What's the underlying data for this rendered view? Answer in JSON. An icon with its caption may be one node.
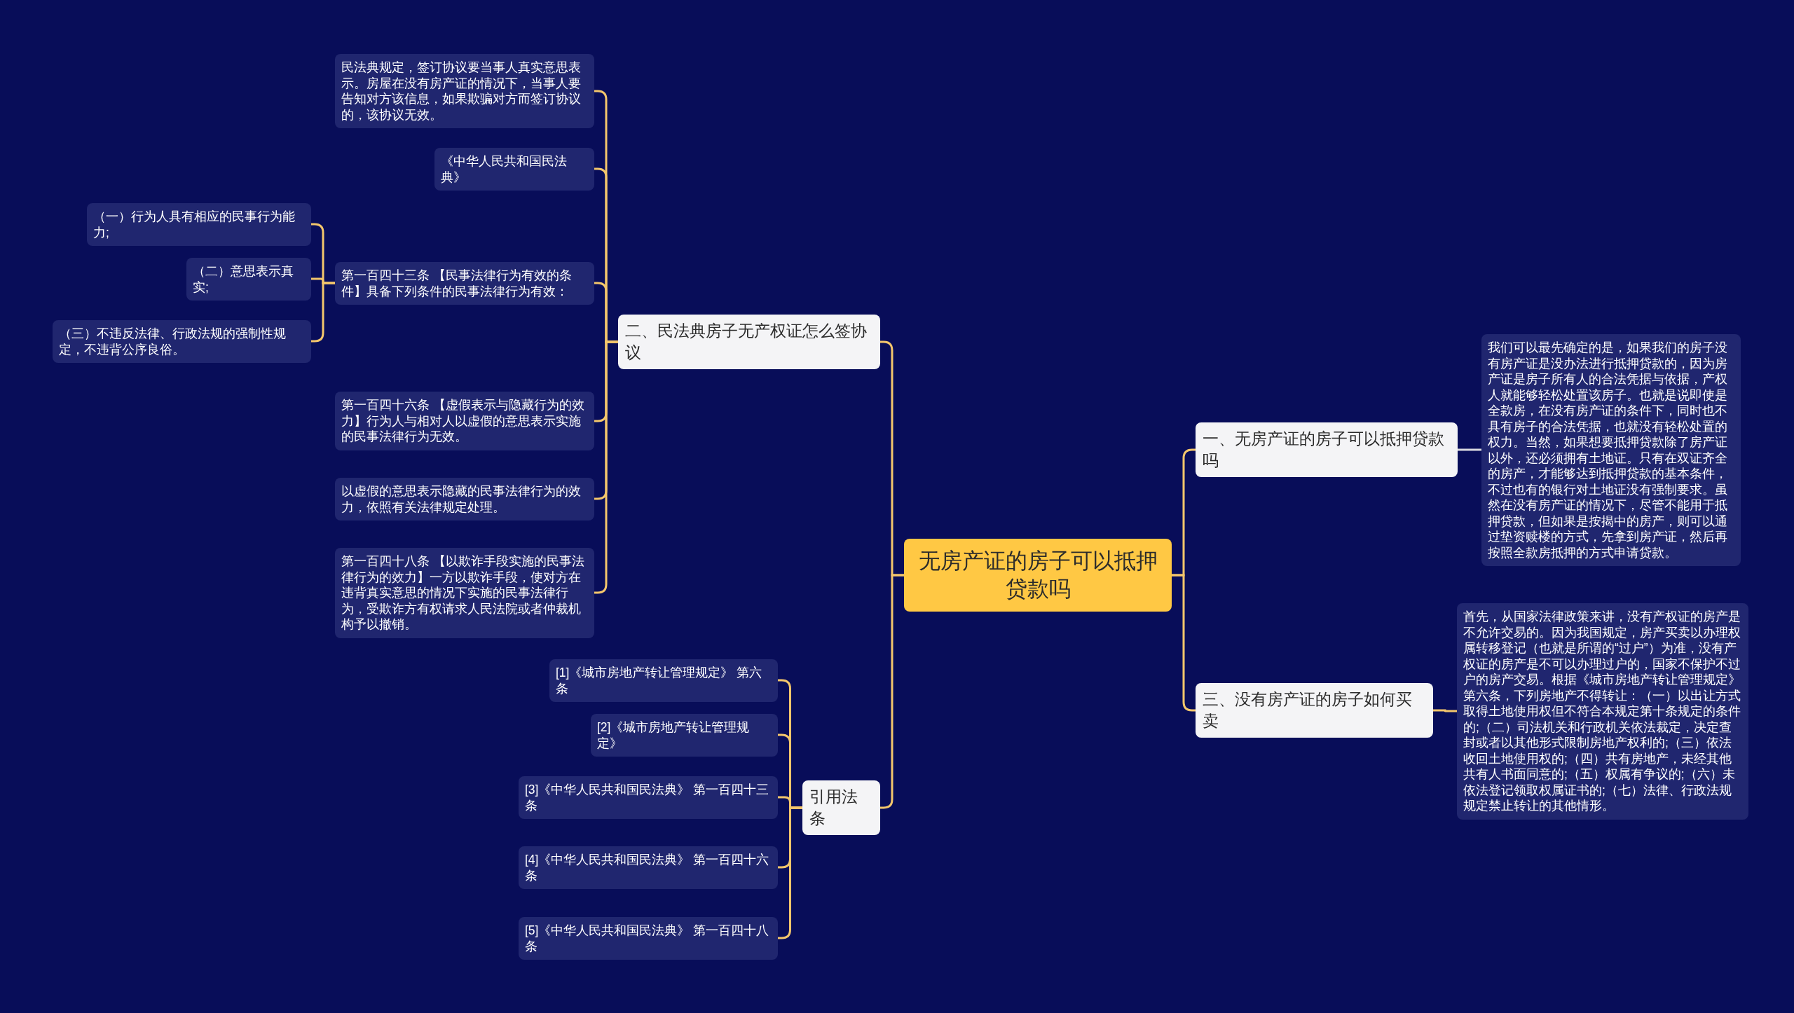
{
  "diagram": {
    "nodes": [
      {
        "text": [
          "无房产证的房子可以抵押贷款吗"
        ]
      },
      {
        "text": [
          "一、无房产证的房子可以抵押贷款吗"
        ]
      },
      {
        "text": [
          "我们可以最先确定的是，如果我们的房子没有房产证是没办法进行抵押贷款的，因为房产证是房子所有人的合法凭据与依据，产权人就能够轻松处置该房子。也就是说即使是全款房，在没有房产证的条件下，同时也不具有房子的合法凭据，也就没有轻松处置的权力。当然，如果想要抵押贷款除了房产证以外，还必须拥有土地证。只有在双证齐全的房产，才能够达到抵押贷款的基本条件，不过也有的银行对土地证没有强制要求。虽然在没有房产证的情况下，尽管不能用于抵押贷款，但如果是按揭中的房产，则可以通过垫资赎楼的方式，先拿到房产证，然后再按照全款房抵押的方式申请贷款。"
        ]
      },
      {
        "text": [
          "三、没有房产证的房子如何买卖"
        ]
      },
      {
        "text": [
          "首先，从国家法律政策来讲，没有产权证的房产是不允许交易的。因为我国规定，房产买卖以办理权属转移登记（也就是所谓的“过户”）为准，没有产权证的房产是不可以办理过户的，国家不保护不过户的房产交易。根据《城市房地产转让管理规定》第六条，下列房地产不得转让：（一）以出让方式取得土地使用权但不符合本规定第十条规定的条件的;（二）司法机关和行政机关依法裁定，决定查封或者以其他形式限制房地产权利的;（三）依法收回土地使用权的;（四）共有房地产，未经其他共有人书面同意的;（五）权属有争议的;（六）未依法登记领取权属证书的;（七）法律、行政法规规定禁止转让的其他情形。"
        ]
      },
      {
        "text": [
          "二、民法典房子无产权证怎么签协议"
        ]
      },
      {
        "text": [
          "民法典规定，签订协议要当事人真实意思表示。房屋在没有房产证的情况下，当事人要告知对方该信息，如果欺骗对方而签订协议的，该协议无效。"
        ]
      },
      {
        "text": [
          "《中华人民共和国民法典》"
        ]
      },
      {
        "text": [
          "第一百四十三条 【民事法律行为有效的条件】具备下列条件的民事法律行为有效："
        ]
      },
      {
        "text": [
          "（一）行为人具有相应的民事行为能力;"
        ]
      },
      {
        "text": [
          "（二）意思表示真实;"
        ]
      },
      {
        "text": [
          "（三）不违反法律、行政法规的强制性规定，不违背公序良俗。"
        ]
      },
      {
        "text": [
          "第一百四十六条 【虚假表示与隐藏行为的效力】行为人与相对人以虚假的意思表示实施的民事法律行为无效。"
        ]
      },
      {
        "text": [
          "以虚假的意思表示隐藏的民事法律行为的效力，依照有关法律规定处理。"
        ]
      },
      {
        "text": [
          "第一百四十八条 【以欺诈手段实施的民事法律行为的效力】一方以欺诈手段，使对方在违背真实意思的情况下实施的民事法律行为，受欺诈方有权请求人民法院或者仲裁机构予以撤销。"
        ]
      },
      {
        "text": [
          "引用法条"
        ]
      },
      {
        "text": [
          "[1]《城市房地产转让管理规定》 第六条"
        ]
      },
      {
        "text": [
          "[2]《城市房地产转让管理规定》"
        ]
      },
      {
        "text": [
          "[3]《中华人民共和国民法典》 第一百四十三条"
        ]
      },
      {
        "text": [
          "[4]《中华人民共和国民法典》 第一百四十六条"
        ]
      },
      {
        "text": [
          "[5]《中华人民共和国民法典》 第一百四十八条"
        ]
      }
    ],
    "edges": [
      {
        "from": 0,
        "to": 1,
        "arrow": "none"
      },
      {
        "from": 1,
        "to": 2,
        "arrow": "none",
        "color": "#d9d9df"
      },
      {
        "from": 0,
        "to": 3,
        "arrow": "none"
      },
      {
        "from": 3,
        "to": 4,
        "arrow": "none"
      },
      {
        "from": 0,
        "to": 5,
        "arrow": "none"
      },
      {
        "from": 5,
        "to": 6,
        "arrow": "none"
      },
      {
        "from": 5,
        "to": 7,
        "arrow": "none"
      },
      {
        "from": 5,
        "to": 8,
        "arrow": "none"
      },
      {
        "from": 8,
        "to": 9,
        "arrow": "none"
      },
      {
        "from": 8,
        "to": 10,
        "arrow": "none"
      },
      {
        "from": 8,
        "to": 11,
        "arrow": "none"
      },
      {
        "from": 5,
        "to": 12,
        "arrow": "none"
      },
      {
        "from": 5,
        "to": 13,
        "arrow": "none"
      },
      {
        "from": 5,
        "to": 14,
        "arrow": "none"
      },
      {
        "from": 0,
        "to": 15,
        "arrow": "none"
      },
      {
        "from": 15,
        "to": 16,
        "arrow": "none"
      },
      {
        "from": 15,
        "to": 17,
        "arrow": "none"
      },
      {
        "from": 15,
        "to": 18,
        "arrow": "none"
      },
      {
        "from": 15,
        "to": 19,
        "arrow": "none"
      },
      {
        "from": 15,
        "to": 20,
        "arrow": "none"
      }
    ]
  }
}
